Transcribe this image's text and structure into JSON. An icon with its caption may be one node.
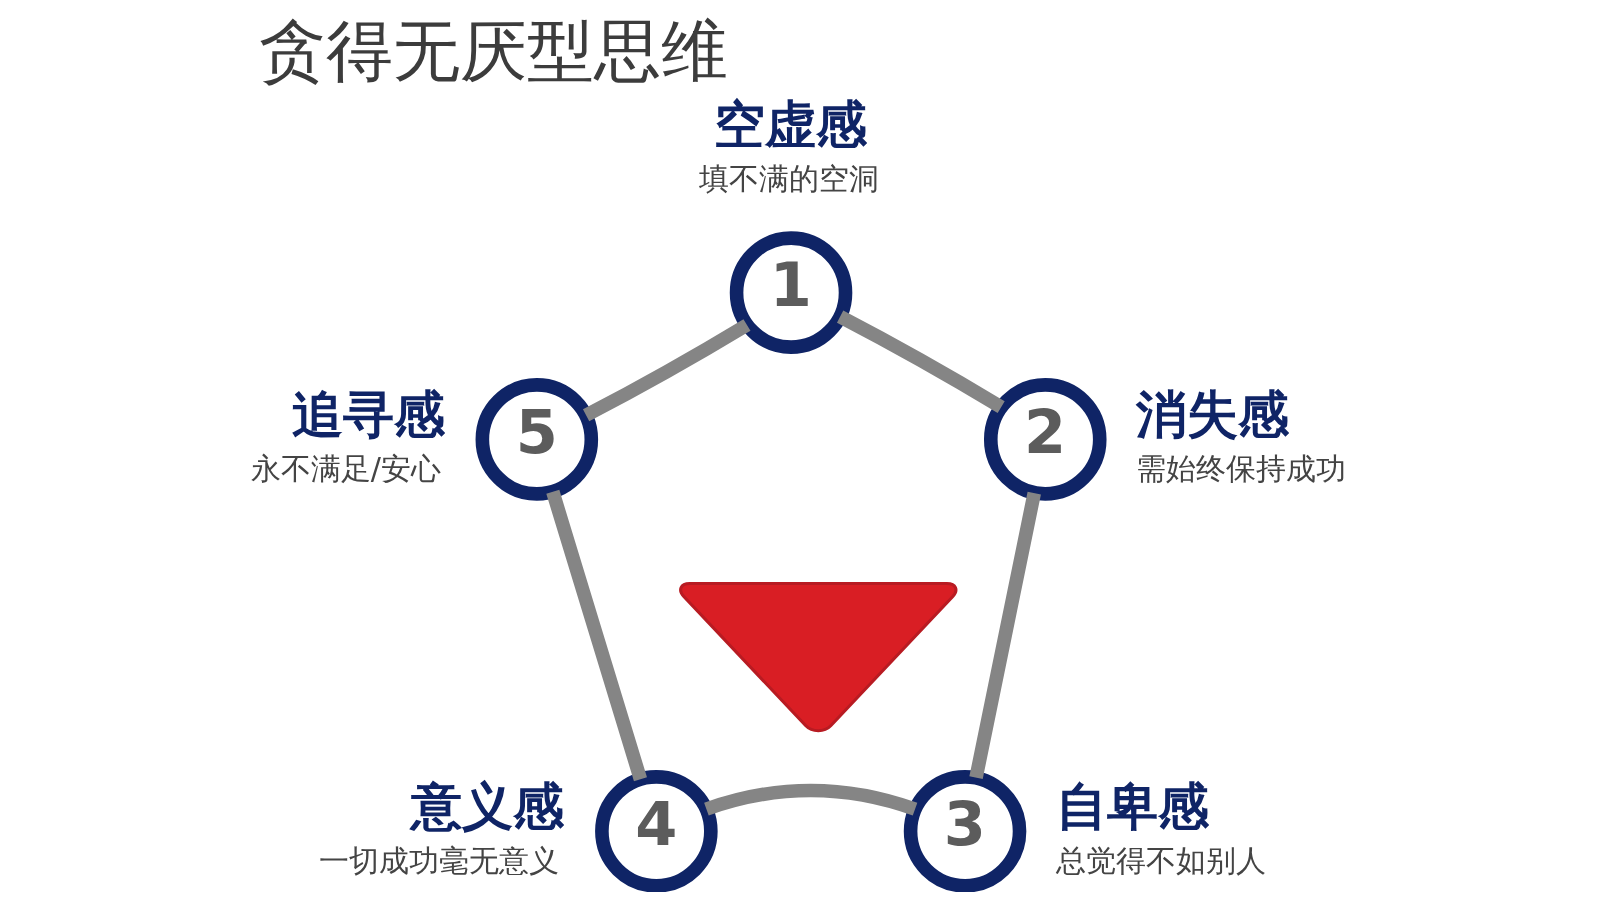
{
  "diagram": {
    "title": "贪得无厌型思维",
    "nodes": [
      {
        "text": [
          "1"
        ],
        "beside": [
          "空虚感",
          "填不满的空洞"
        ]
      },
      {
        "text": [
          "2"
        ],
        "beside": [
          "消失感",
          "需始终保持成功"
        ]
      },
      {
        "text": [
          "3"
        ],
        "beside": [
          "自卑感",
          "总觉得不如别人"
        ]
      },
      {
        "text": [
          "4"
        ],
        "beside": [
          "意义感",
          "一切成功毫无意义"
        ]
      },
      {
        "text": [
          "5"
        ],
        "beside": [
          "追寻感",
          "永不满足/安心"
        ]
      },
      {
        "text": [],
        "shape": "picture"
      }
    ],
    "edges": [
      {
        "from": 0,
        "to": 1,
        "arrow": "none"
      },
      {
        "from": 1,
        "to": 2,
        "arrow": "none"
      },
      {
        "from": 2,
        "to": 3,
        "arrow": "none"
      },
      {
        "from": 3,
        "to": 4,
        "arrow": "none"
      },
      {
        "from": 4,
        "to": 0,
        "arrow": "none"
      }
    ]
  }
}
